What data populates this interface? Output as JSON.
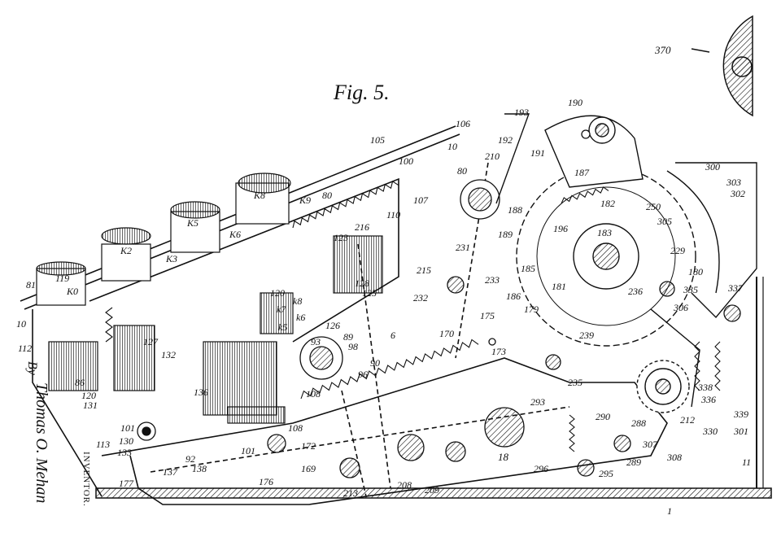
{
  "figure": {
    "title": "Fig. 5."
  },
  "inventor": {
    "name": "Thomas O. Mehan",
    "role": "INVENTOR.",
    "by": "By"
  },
  "labels": {
    "l370": "370",
    "l105": "105",
    "l106": "106",
    "l193": "193",
    "l190": "190",
    "l100": "100",
    "l10a": "10",
    "l80a": "80",
    "l210": "210",
    "l192": "192",
    "l191": "191",
    "l300": "300",
    "l303": "303",
    "l302": "302",
    "l187": "187",
    "l182": "182",
    "l250": "250",
    "l305": "305",
    "l188": "188",
    "l196": "196",
    "l110": "110",
    "l107": "107",
    "l80b": "80",
    "l216": "216",
    "l123": "123",
    "l231": "231",
    "l189": "189",
    "l183": "183",
    "l229": "229",
    "l81": "81",
    "l119": "119",
    "lK0": "K0",
    "lK2": "K2",
    "lK3": "K3",
    "lK5": "K5",
    "lK6": "K6",
    "lK8": "K8",
    "lK9": "K9",
    "l215": "215",
    "l128": "128",
    "l125": "125",
    "l185": "185",
    "l233": "233",
    "l232": "232",
    "l186": "186",
    "l181": "181",
    "l180": "180",
    "l335": "335",
    "l337": "337",
    "l306": "306",
    "l236": "236",
    "l10b": "10",
    "l112": "112",
    "l127": "127",
    "l132": "132",
    "l120": "120",
    "lk7": "k7",
    "lk8": "k8",
    "lk6": "k6",
    "lk5": "k5",
    "l126": "126",
    "l89": "89",
    "l98": "98",
    "l175": "175",
    "l179": "179",
    "l6": "6",
    "l170": "170",
    "l173": "173",
    "l239": "239",
    "l93": "93",
    "l90": "90",
    "l96": "96",
    "l86": "86",
    "l120b": "120",
    "l131": "131",
    "l136": "136",
    "l108a": "108",
    "l235": "235",
    "l338": "338",
    "l336": "336",
    "l293": "293",
    "l290": "290",
    "l212": "212",
    "l339": "339",
    "l113": "113",
    "l101a": "101",
    "l130": "130",
    "l133": "133",
    "l108b": "108",
    "l92": "92",
    "l137": "137",
    "l138": "138",
    "l101b": "101",
    "l172": "172",
    "l288": "288",
    "l307": "307",
    "l330": "330",
    "l301": "301",
    "l177": "177",
    "l169": "169",
    "l176": "176",
    "l18": "18",
    "l296": "296",
    "l295": "295",
    "l289": "289",
    "l308": "308",
    "l11": "11",
    "l213": "213",
    "l208": "208",
    "l209": "209",
    "l1": "1"
  },
  "colors": {
    "ink": "#111111",
    "paper": "#ffffff"
  }
}
